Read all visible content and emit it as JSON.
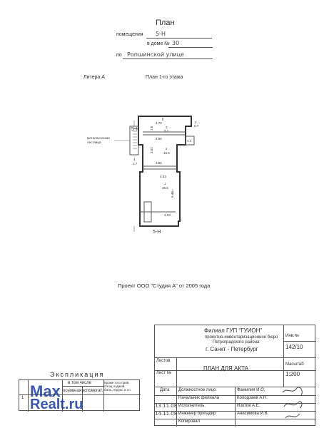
{
  "header": {
    "title": "План",
    "premises_label": "помещения",
    "premises_value": "5-Н",
    "house_label": "в доме №",
    "house_value": "30",
    "street_label": "по",
    "street_value": "Ропшинской улице",
    "litera": "Литера А",
    "floor_plan": "План 1-го этажа"
  },
  "plan": {
    "section_mark": "5-Н",
    "stair_label_1": "металлическая",
    "stair_label_2": "лестница",
    "dims": {
      "d1": "4.70",
      "d2": "4.86",
      "d3": "4.86",
      "d4": "4.03",
      "d5": "4.03",
      "d6": "6.40",
      "d7": "3.82",
      "d8": "1.6",
      "d9": "1.4"
    },
    "rooms": [
      {
        "num": "3",
        "area": "5.1"
      },
      {
        "num": "2",
        "area": "18.6"
      },
      {
        "num": "1",
        "area": "25.6"
      },
      {
        "num": "4",
        "area": "1.7"
      },
      {
        "num": "2",
        "area": "0.7"
      },
      {
        "num": "",
        "area": "4.4"
      }
    ]
  },
  "project_note": "Проект ООО \"Студия А\" от 2005 года",
  "stamp": {
    "org": "Филиал ГУП \"ГУИОН\"",
    "bureau_1": "проектно-инвентаризационное бюро",
    "bureau_2": "Петроградского района",
    "city": "г. Санкт - Петербург",
    "inv_label": "Инв.№",
    "inv_value": "142/10",
    "sheets_label": "Листов",
    "sheet_label": "Лист №",
    "doc_title": "ПЛАН ДЛЯ АКТА",
    "scale_label": "Масштаб",
    "scale_value": "1:200",
    "rows": [
      {
        "date": "Дата",
        "role": "Должностное лицо",
        "name": "Фамилия И.О."
      },
      {
        "date": "",
        "role": "Начальник филиала",
        "name": "Колодзаев А.Н."
      },
      {
        "date": "13.11.08",
        "role": "Исполнитель",
        "name": "Изотов А.Е."
      },
      {
        "date": "14.11.08",
        "role": "Инженер бригадир",
        "name": "Анисимова И.В."
      },
      {
        "date": "",
        "role": "Копировал",
        "name": ""
      }
    ]
  },
  "explication": {
    "title": "Экспликация",
    "col_in": "в том числе",
    "col_main": "основная",
    "col_aux": "вспомогат.",
    "col_note": "Кроме того прив. площ.лоджий, балк.,террас и т.п.",
    "row_num": "1"
  },
  "watermark": {
    "line1": "Max",
    "line2": "Realt.ru"
  }
}
